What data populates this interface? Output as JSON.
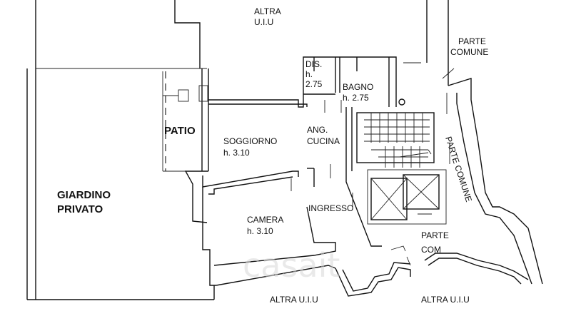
{
  "rooms": {
    "altra_top": "ALTRA\nU.I.U",
    "dis": "DIS.\nh.\n2.75",
    "bagno": "BAGNO\nh. 2.75",
    "parte_comune_top": "PARTE\nCOMUNE",
    "patio": "PATIO",
    "soggiorno": "SOGGIORNO\nh. 3.10",
    "ang_cucina": "ANG.\nCUCINA",
    "parte_comune_side": "PARTE COMUNE",
    "giardino": "GIARDINO\nPRIVATO",
    "camera": "CAMERA\nh. 3.10",
    "ingresso": "INGRESSO",
    "parte_com_bottom": "PARTE\nCOM",
    "altra_bottom_left": "ALTRA U.I.U",
    "altra_bottom_right": "ALTRA U.I.U"
  },
  "watermark": "casait"
}
